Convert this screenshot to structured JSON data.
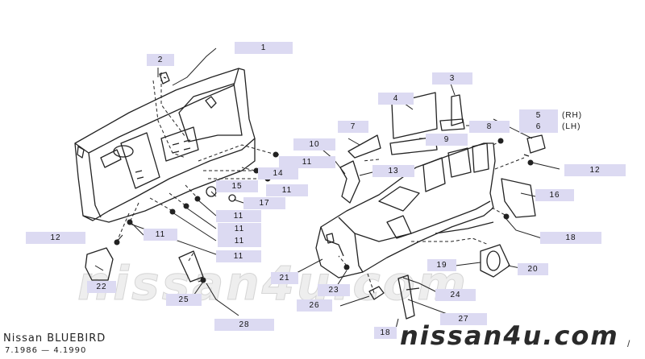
{
  "callouts": [
    {
      "id": "1",
      "text": "1"
    },
    {
      "id": "2",
      "text": "2"
    },
    {
      "id": "3",
      "text": "3"
    },
    {
      "id": "4",
      "text": "4"
    },
    {
      "id": "5",
      "text": "5"
    },
    {
      "id": "6",
      "text": "6"
    },
    {
      "id": "7",
      "text": "7"
    },
    {
      "id": "8",
      "text": "8"
    },
    {
      "id": "9",
      "text": "9"
    },
    {
      "id": "10",
      "text": "10"
    },
    {
      "id": "11a",
      "text": "11"
    },
    {
      "id": "11b",
      "text": "11"
    },
    {
      "id": "11c",
      "text": "11"
    },
    {
      "id": "11d",
      "text": "11"
    },
    {
      "id": "11e",
      "text": "11"
    },
    {
      "id": "11f",
      "text": "11"
    },
    {
      "id": "11g",
      "text": "11"
    },
    {
      "id": "12a",
      "text": "12"
    },
    {
      "id": "12b",
      "text": "12"
    },
    {
      "id": "13",
      "text": "13"
    },
    {
      "id": "14",
      "text": "14"
    },
    {
      "id": "15",
      "text": "15"
    },
    {
      "id": "16",
      "text": "16"
    },
    {
      "id": "17",
      "text": "17"
    },
    {
      "id": "18a",
      "text": "18"
    },
    {
      "id": "18b",
      "text": "18"
    },
    {
      "id": "19",
      "text": "19"
    },
    {
      "id": "20",
      "text": "20"
    },
    {
      "id": "21",
      "text": "21"
    },
    {
      "id": "22",
      "text": "22"
    },
    {
      "id": "23",
      "text": "23"
    },
    {
      "id": "24",
      "text": "24"
    },
    {
      "id": "25",
      "text": "25"
    },
    {
      "id": "26",
      "text": "26"
    },
    {
      "id": "27",
      "text": "27"
    },
    {
      "id": "28",
      "text": "28"
    }
  ],
  "side_labels": {
    "rh": "(RH)",
    "lh": "(LH)"
  },
  "footer": {
    "model": "Nissan BLUEBIRD",
    "dates": "7.1986 — 4.1990"
  },
  "logo": "nissan4u.com",
  "watermark": "nissan4u.com",
  "corner_mark": "/",
  "colors": {
    "callout_bg": "#dcdaf2",
    "line": "#222222",
    "background": "#ffffff"
  }
}
